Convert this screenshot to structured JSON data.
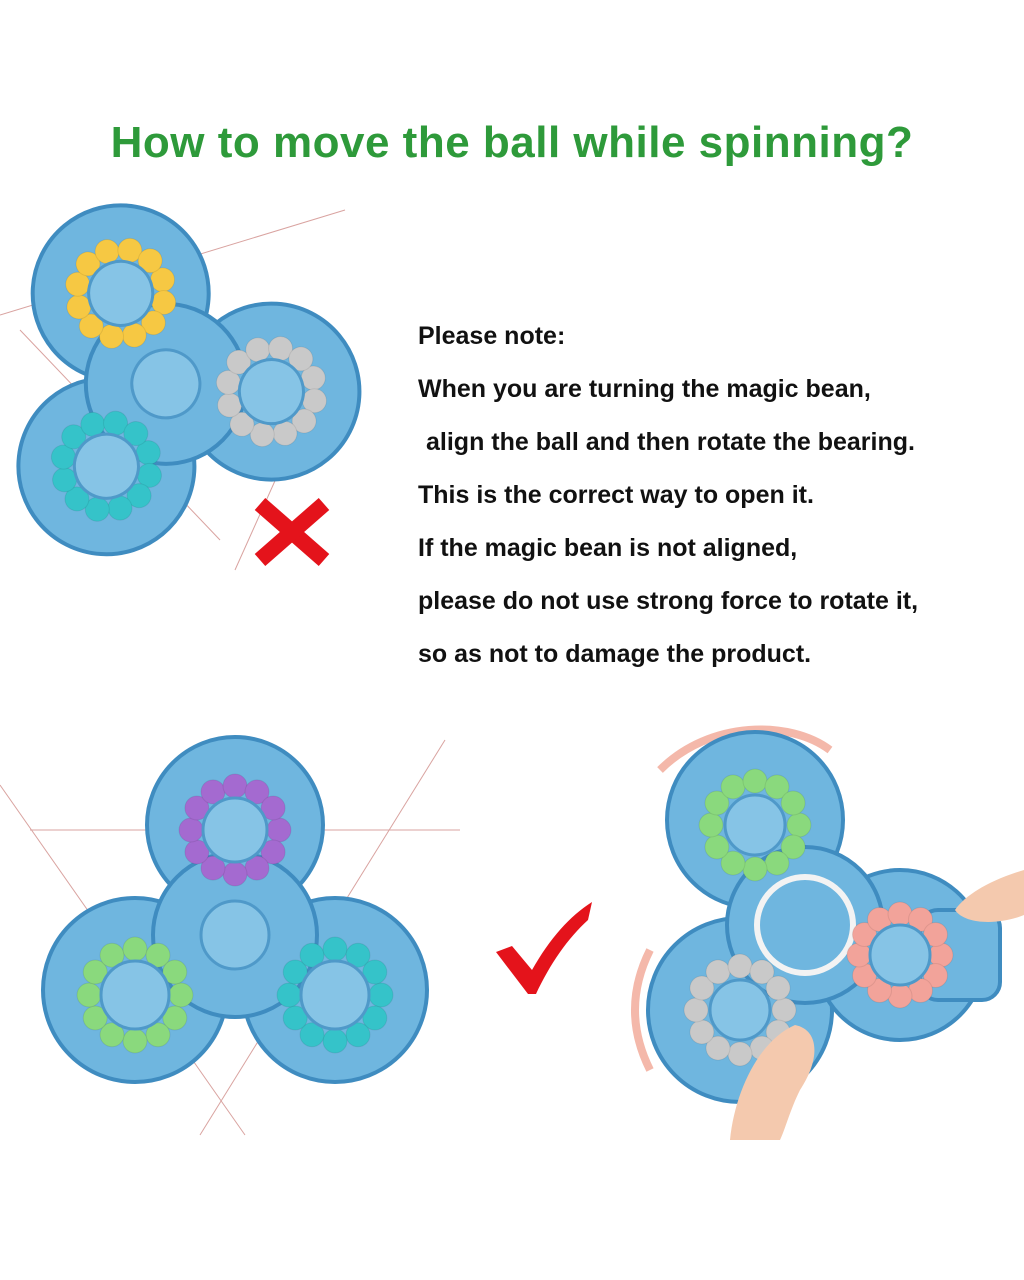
{
  "title": "How to move the ball while spinning?",
  "note": {
    "heading": "Please note:",
    "lines": [
      "When you are turning the magic bean,",
      "align the ball and then rotate the bearing.",
      "This is the correct way to open it.",
      "If the magic bean is not aligned,",
      "please do not use strong force to rotate it,",
      "so as not to damage the product."
    ]
  },
  "icons": {
    "wrong": "cross-mark-icon",
    "right": "check-mark-icon"
  },
  "colors": {
    "title": "#2e9a3a",
    "toy_body": "#6fb6df",
    "toy_edge": "#3f8cc0",
    "wrong_mark": "#e4131b",
    "right_mark": "#e4131b",
    "ball_yellow": "#f6c843",
    "ball_gray": "#c9c9c9",
    "ball_pink": "#f2a39a",
    "ball_teal": "#35c3c9",
    "ball_purple": "#a46ad0",
    "ball_green": "#8ad97d",
    "ball_orange": "#f2a53d"
  }
}
